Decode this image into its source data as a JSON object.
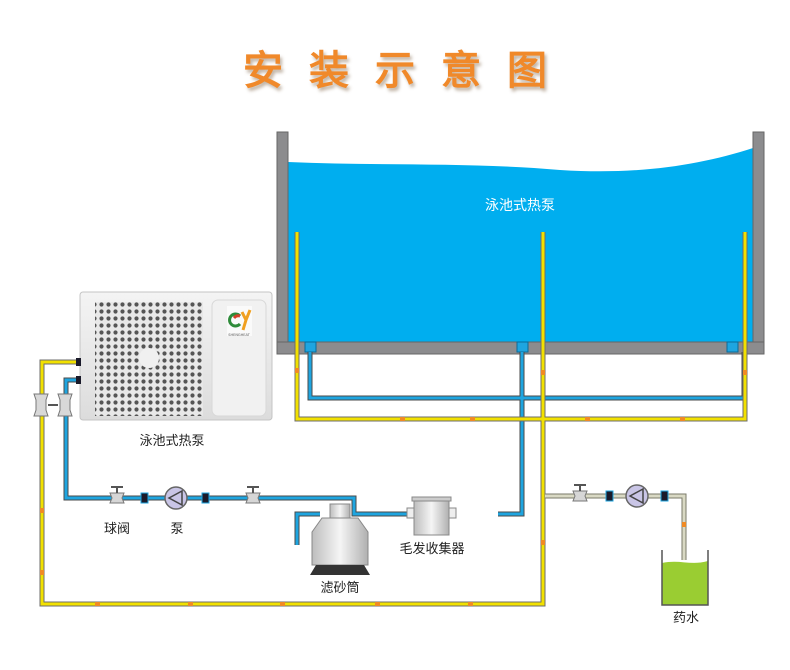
{
  "title": "安装示意图",
  "pool": {
    "label": "泳池式热泵",
    "water_color": "#00aeef",
    "wall_color": "#8c8c8e"
  },
  "heat_pump": {
    "label": "泳池式热泵",
    "brand": "SHENGHEAT"
  },
  "components": {
    "ball_valve_label": "球阀",
    "pump_label": "泵",
    "sand_filter_label": "滤砂筒",
    "hair_collector_label": "毛发收集器",
    "chemical_label": "药水"
  },
  "colors": {
    "cold_pipe": "#1ea5e0",
    "hot_pipe": "#f2e100",
    "chem_pipe": "#c9c9b8",
    "chemical_liquid": "#9acd32",
    "title": "#f0892a"
  }
}
